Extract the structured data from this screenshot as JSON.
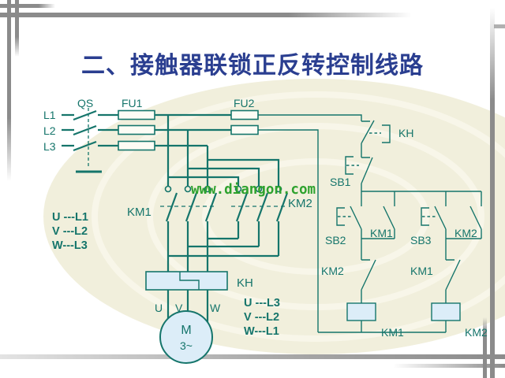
{
  "slide": {
    "title": "二、接触器联锁正反转控制线路",
    "watermark": "www.diangon.com"
  },
  "colors": {
    "title_blue": "#2A3E90",
    "wire_teal": "#15756B",
    "watermark_green": "#2EA22E",
    "component_fill": "#DCEDF8",
    "background_cream": "#F1EFDC",
    "frame_gray": "#8B8B8B"
  },
  "labels": {
    "l1": "L1",
    "l2": "L2",
    "l3": "L3",
    "qs": "QS",
    "fu1": "FU1",
    "fu2": "FU2",
    "km1_main": "KM1",
    "km2_main": "KM2",
    "kh_box": "KH",
    "kh_contact": "KH",
    "u": "U",
    "v": "V",
    "w": "W",
    "sb1": "SB1",
    "sb2": "SB2",
    "sb3": "SB3",
    "km1_seal": "KM1",
    "km2_seal": "KM2",
    "km2_interlock": "KM2",
    "km1_interlock": "KM1",
    "km1_coil": "KM1",
    "km2_coil": "KM2",
    "motor_m": "M",
    "motor_3ph": "3~",
    "map_left_1": "U ---L1",
    "map_left_2": "V ---L2",
    "map_left_3": "W---L3",
    "map_right_1": "U ---L3",
    "map_right_2": "V ---L2",
    "map_right_3": "W---L1"
  }
}
